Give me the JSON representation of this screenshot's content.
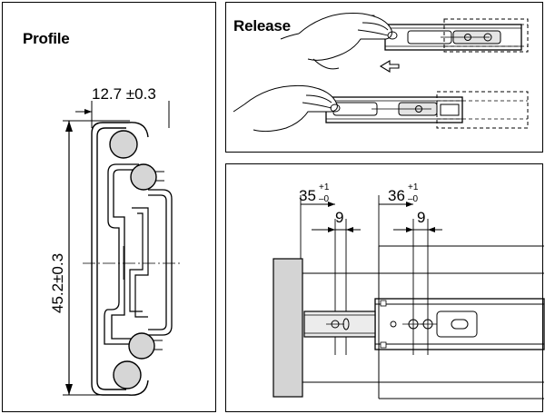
{
  "panels": {
    "profile": {
      "title": "Profile",
      "width_dim": "12.7 ±0.3",
      "height_dim": "45.2±0.3"
    },
    "release": {
      "title": "Release"
    },
    "mounting": {
      "dim_left_main": "35",
      "dim_left_tol_plus": "+1",
      "dim_left_tol_minus": "–0",
      "dim_right_main": "36",
      "dim_right_tol_plus": "+1",
      "dim_right_tol_minus": "–0",
      "hole_spacing_left": "9",
      "hole_spacing_right": "9"
    }
  }
}
